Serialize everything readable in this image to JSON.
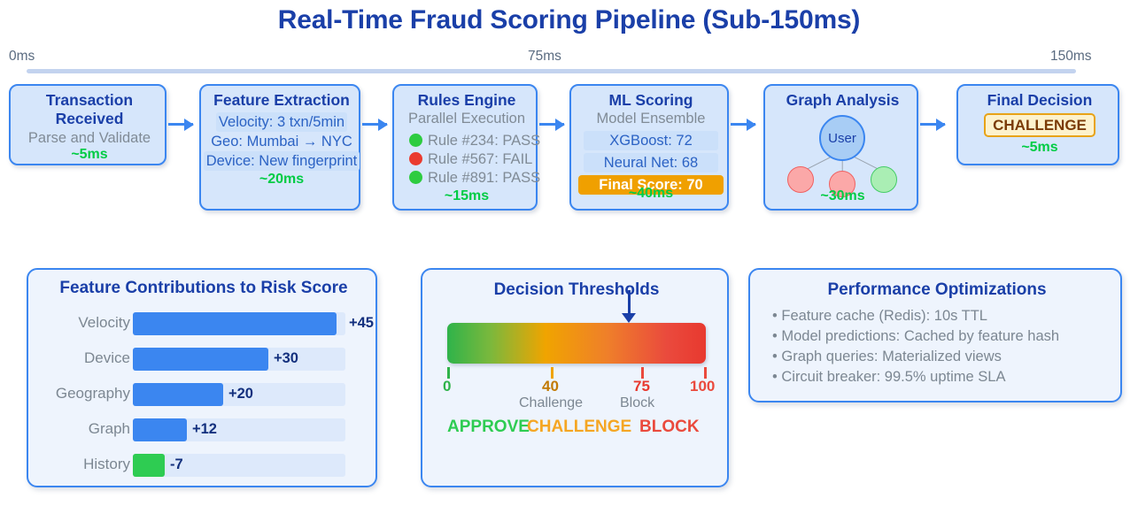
{
  "title": "Real-Time Fraud Scoring Pipeline (Sub-150ms)",
  "timeline": {
    "start_label": "0ms",
    "mid_label": "75ms",
    "end_label": "150ms"
  },
  "pipeline": {
    "stages": [
      {
        "name": "transaction-received",
        "title": "Transaction Received",
        "title_line1": "Transaction",
        "title_line2": "Received",
        "subtitle": "Parse and Validate",
        "latency": "~5ms"
      },
      {
        "name": "feature-extraction",
        "title": "Feature Extraction",
        "details": [
          "Velocity: 3 txn/5min",
          "Geo: Mumbai → NYC",
          "Device: New fingerprint"
        ],
        "latency": "~20ms"
      },
      {
        "name": "rules-engine",
        "title": "Rules Engine",
        "subtitle": "Parallel Execution",
        "rules": [
          {
            "label": "Rule #234: PASS",
            "status": "pass",
            "color": "#2ecc40"
          },
          {
            "label": "Rule #567: FAIL",
            "status": "fail",
            "color": "#ea3b2f"
          },
          {
            "label": "Rule #891: PASS",
            "status": "pass",
            "color": "#2ecc40"
          }
        ],
        "latency": "~15ms"
      },
      {
        "name": "ml-scoring",
        "title": "ML Scoring",
        "subtitle": "Model Ensemble",
        "models": [
          "XGBoost: 72",
          "Neural Net: 68"
        ],
        "final_score": "Final Score: 70",
        "latency": "~40ms"
      },
      {
        "name": "graph-analysis",
        "title": "Graph Analysis",
        "center_node": "User",
        "leaf_nodes": [
          {
            "risk": "high",
            "color": "#fba8a8"
          },
          {
            "risk": "high",
            "color": "#fba8a8"
          },
          {
            "risk": "low",
            "color": "#aaeeb4"
          }
        ],
        "latency": "~30ms"
      },
      {
        "name": "final-decision",
        "title": "Final Decision",
        "decision": "CHALLENGE",
        "latency": "~5ms"
      }
    ]
  },
  "chart_data": {
    "type": "bar",
    "title": "Feature Contributions to Risk Score",
    "orientation": "horizontal",
    "categories": [
      "Velocity",
      "Device",
      "Geography",
      "Graph",
      "History"
    ],
    "values": [
      45,
      30,
      20,
      12,
      -7
    ],
    "labels": [
      "+45",
      "+30",
      "+20",
      "+12",
      "-7"
    ],
    "colors": [
      "#3b86f0",
      "#3b86f0",
      "#3b86f0",
      "#3b86f0",
      "#2ecc52"
    ],
    "xlabel": "",
    "ylabel": "",
    "xlim": [
      0,
      47
    ],
    "grid": false,
    "legend": "none"
  },
  "thresholds": {
    "title": "Decision Thresholds",
    "scale_min": 0,
    "scale_max": 100,
    "current_score": 70,
    "ticks": [
      {
        "value": "0",
        "name": "",
        "color": "#2fb34a"
      },
      {
        "value": "40",
        "name": "Challenge",
        "color": "#c27a04"
      },
      {
        "value": "75",
        "name": "Block",
        "color": "#e8392f"
      },
      {
        "value": "100",
        "name": "",
        "color": "#ea4a3d"
      }
    ],
    "zones": [
      {
        "label": "APPROVE",
        "color": "#2ecc52"
      },
      {
        "label": "CHALLENGE",
        "color": "#f5a623"
      },
      {
        "label": "BLOCK",
        "color": "#ea4a3d"
      }
    ]
  },
  "performance": {
    "title": "Performance Optimizations",
    "items": [
      "• Feature cache (Redis): 10s TTL",
      "• Model predictions: Cached by feature hash",
      "• Graph queries: Materialized views",
      "• Circuit breaker: 99.5% uptime SLA"
    ]
  }
}
